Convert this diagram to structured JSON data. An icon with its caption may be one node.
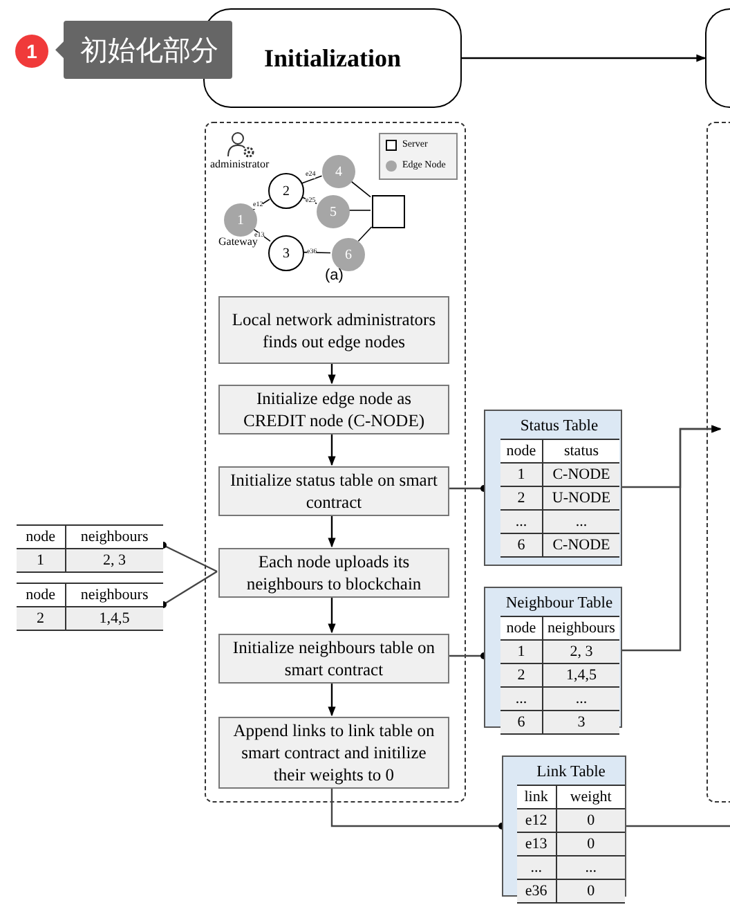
{
  "diagram": {
    "nodes": [
      {
        "text": [
          "1"
        ]
      },
      {
        "text": [
          "初始化部分"
        ]
      },
      {
        "text": [
          "Initialization"
        ]
      },
      {
        "text": [],
        "shape": "box"
      },
      {
        "text": [],
        "shape": "box"
      },
      {
        "text": [],
        "shape": "box"
      },
      {
        "text": [
          "1"
        ],
        "in": 4,
        "beside": [
          "Gateway"
        ]
      },
      {
        "text": [
          "2"
        ],
        "in": 4
      },
      {
        "text": [
          "3"
        ],
        "in": 4
      },
      {
        "text": [
          "4"
        ],
        "in": 4
      },
      {
        "text": [
          "5"
        ],
        "in": 4
      },
      {
        "text": [
          "6"
        ],
        "in": 4
      },
      {
        "text": [],
        "shape": "box",
        "in": 4
      },
      {
        "text": [
          "Local network administrators finds out edge nodes"
        ],
        "in": 4
      },
      {
        "text": [
          "Initialize edge node as CREDIT node (C-NODE)"
        ],
        "in": 4
      },
      {
        "text": [
          "Initialize status table on smart contract"
        ],
        "in": 4
      },
      {
        "text": [
          "Each node uploads its neighbours to blockchain"
        ],
        "in": 4
      },
      {
        "text": [
          "Initialize neighbours table on smart contract"
        ],
        "in": 4
      },
      {
        "text": [
          "Append links to link table on smart contract and initilize their weights to 0"
        ],
        "in": 4
      },
      {
        "text": [
          "node",
          "neighbours",
          "1",
          "2, 3"
        ]
      },
      {
        "text": [
          "node",
          "neighbours",
          "2",
          "1,4,5"
        ]
      },
      {
        "text": [
          "Status Table",
          "node",
          "status",
          "1",
          "C-NODE",
          "2",
          "U-NODE",
          "...",
          "...",
          "6",
          "C-NODE"
        ]
      },
      {
        "text": [
          "Neighbour Table",
          "node",
          "neighbours",
          "1",
          "2, 3",
          "2",
          "1,4,5",
          "...",
          "...",
          "6",
          "3"
        ]
      },
      {
        "text": [
          "Link Table",
          "link",
          "weight",
          "e12",
          "0",
          "e13",
          "0",
          "...",
          "...",
          "e36",
          "0"
        ]
      }
    ],
    "edges": [
      {
        "from": 2,
        "to": 3,
        "arrow": "to"
      },
      {
        "from": 6,
        "to": 7,
        "arrow": "none",
        "label": "e12"
      },
      {
        "from": 6,
        "to": 8,
        "arrow": "none",
        "label": "e13"
      },
      {
        "from": 7,
        "to": 9,
        "arrow": "none",
        "label": "e24"
      },
      {
        "from": 7,
        "to": 10,
        "arrow": "none",
        "label": "e25"
      },
      {
        "from": 8,
        "to": 11,
        "arrow": "none",
        "label": "e36"
      },
      {
        "from": 9,
        "to": 12,
        "arrow": "none"
      },
      {
        "from": 10,
        "to": 12,
        "arrow": "none"
      },
      {
        "from": 11,
        "to": 12,
        "arrow": "none"
      },
      {
        "from": 13,
        "to": 14,
        "arrow": "to"
      },
      {
        "from": 14,
        "to": 15,
        "arrow": "to"
      },
      {
        "from": 15,
        "to": 16,
        "arrow": "to"
      },
      {
        "from": 16,
        "to": 17,
        "arrow": "to"
      },
      {
        "from": 17,
        "to": 18,
        "arrow": "to"
      },
      {
        "from": 19,
        "to": 16,
        "arrow": "other"
      },
      {
        "from": 20,
        "to": 16,
        "arrow": "other"
      },
      {
        "from": 15,
        "to": 21,
        "arrow": "other"
      },
      {
        "from": 17,
        "to": 22,
        "arrow": "other"
      },
      {
        "from": 18,
        "to": 23,
        "arrow": "other"
      },
      {
        "from": 21,
        "to": 5,
        "arrow": "to"
      },
      {
        "from": 22,
        "to": 5,
        "arrow": "to"
      },
      {
        "from": 23,
        "to": null,
        "arrow": "none"
      }
    ],
    "labels": [
      "administrator",
      "(a)"
    ],
    "legend": [
      {
        "text": "Server"
      },
      {
        "text": "Edge Node",
        "color": "#a6a6a6"
      }
    ]
  }
}
